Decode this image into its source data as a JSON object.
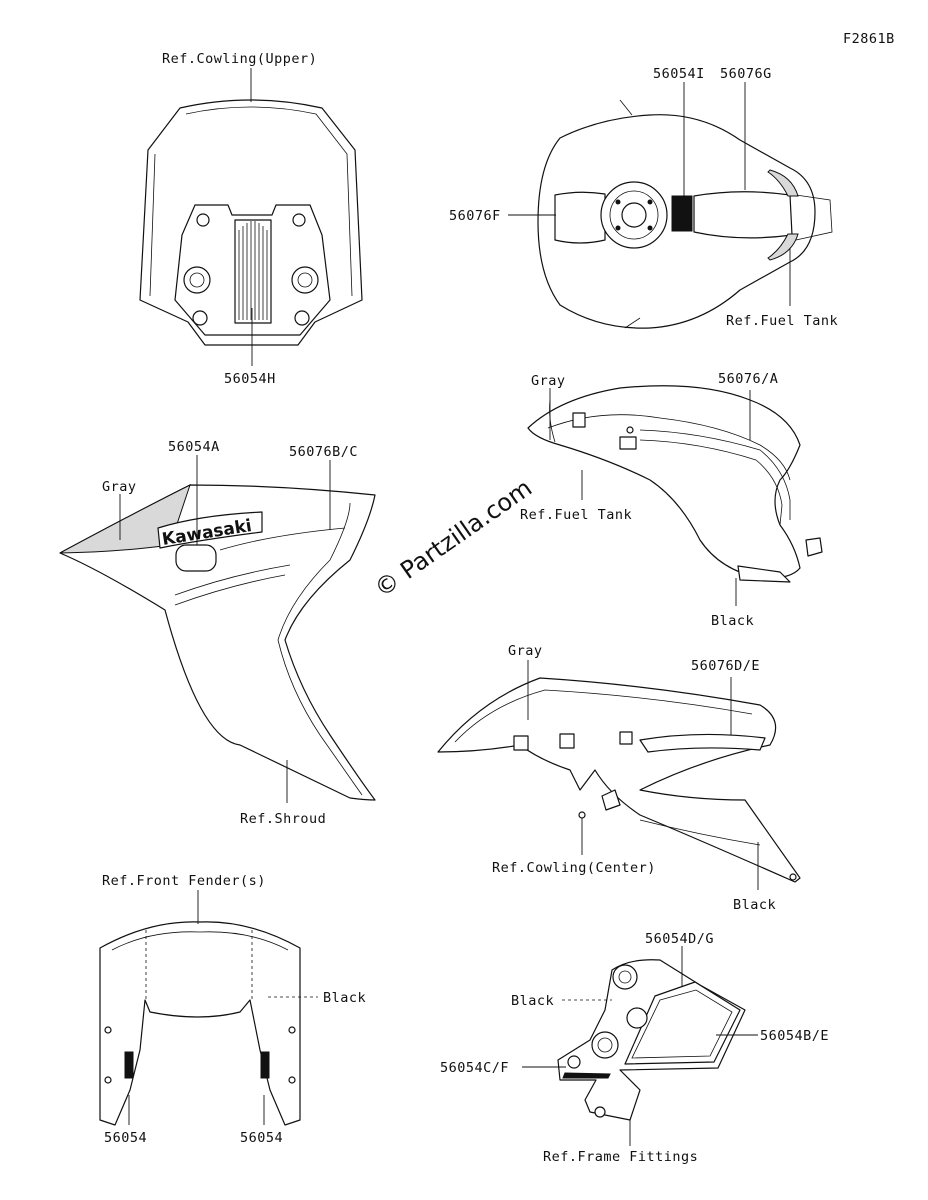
{
  "figure_code": "F2861B",
  "watermark": "© Partzilla.com",
  "decal_logo_text": "Kawasaki",
  "labels": {
    "cowling_upper": "Ref.Cowling(Upper)",
    "p56054H": "56054H",
    "p56054I": "56054I",
    "p56076G": "56076G",
    "p56076F": "56076F",
    "fuel_tank_1": "Ref.Fuel Tank",
    "gray_1": "Gray",
    "p56076A": "56076/A",
    "fuel_tank_2": "Ref.Fuel Tank",
    "black_1": "Black",
    "p56054A": "56054A",
    "p56076BC": "56076B/C",
    "gray_2": "Gray",
    "shroud": "Ref.Shroud",
    "gray_3": "Gray",
    "p56076DE": "56076D/E",
    "cowling_center": "Ref.Cowling(Center)",
    "black_2": "Black",
    "front_fender": "Ref.Front Fender(s)",
    "black_3": "Black",
    "p56054_left": "56054",
    "p56054_right": "56054",
    "p56054DG": "56054D/G",
    "black_4": "Black",
    "p56054BE": "56054B/E",
    "p56054CF": "56054C/F",
    "frame_fittings": "Ref.Frame Fittings"
  }
}
